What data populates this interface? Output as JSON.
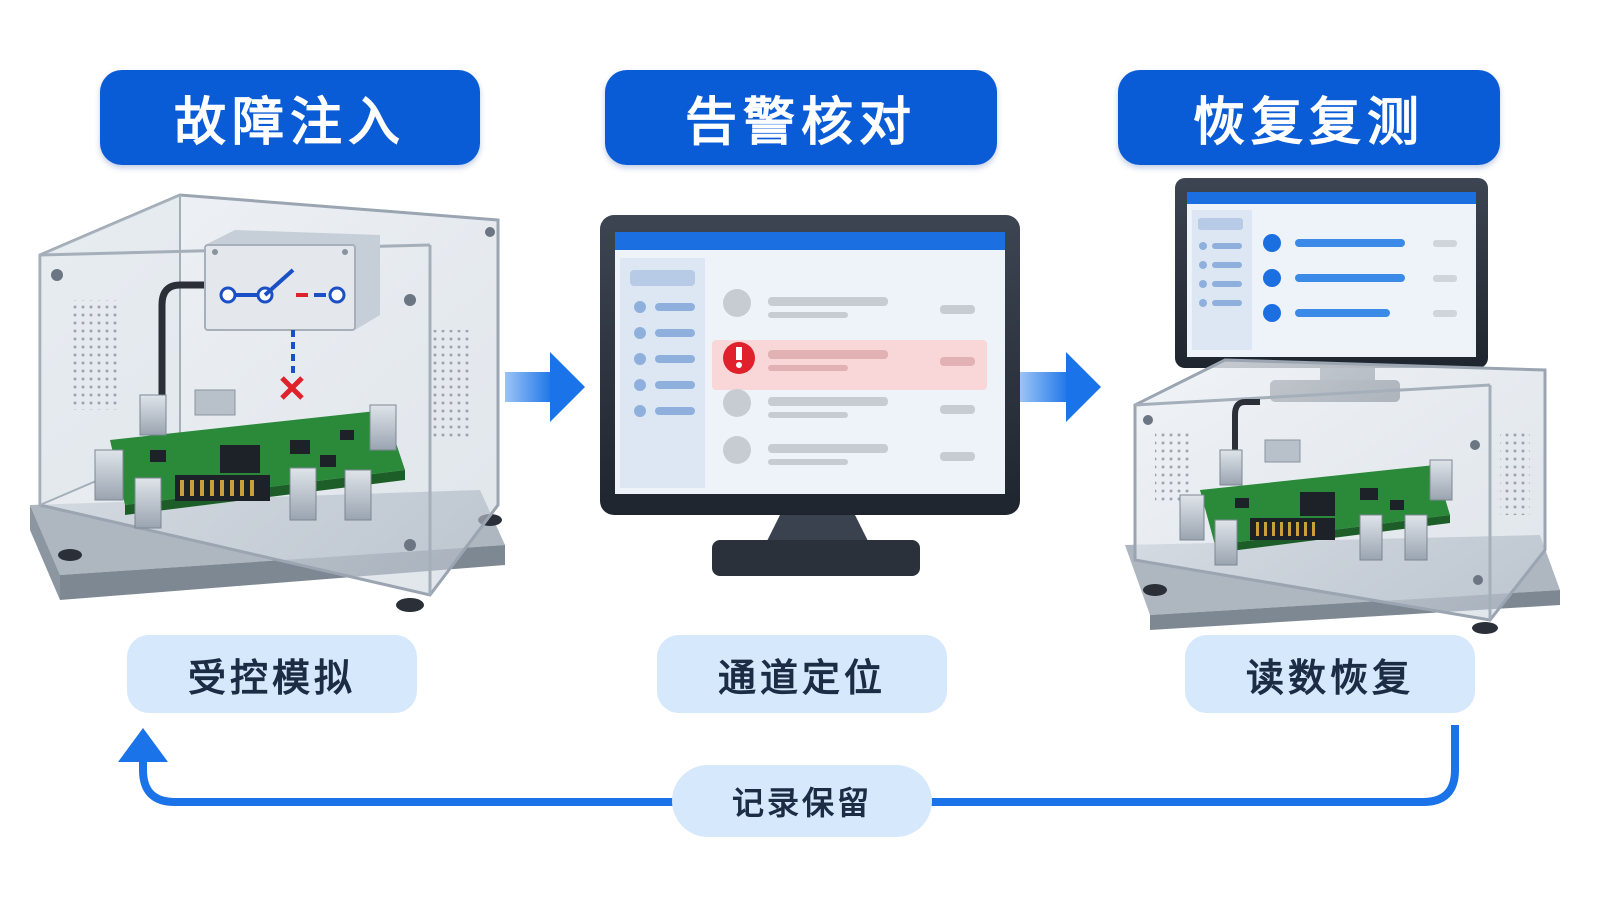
{
  "stages": [
    {
      "title": "故障注入",
      "caption": "受控模拟"
    },
    {
      "title": "告警核对",
      "caption": "通道定位"
    },
    {
      "title": "恢复复测",
      "caption": "读数恢复"
    }
  ],
  "loop": {
    "label": "记录保留"
  },
  "colors": {
    "title_bg": "#0a5cd6",
    "caption_bg": "#d6e8fb",
    "arrow": "#1a73e8",
    "alert": "#e0202a",
    "pcb": "#2a8a3a"
  },
  "icons": [
    "switch-icon",
    "fault-x-icon",
    "alert-icon",
    "flow-arrow-icon",
    "loop-arrow-icon"
  ]
}
